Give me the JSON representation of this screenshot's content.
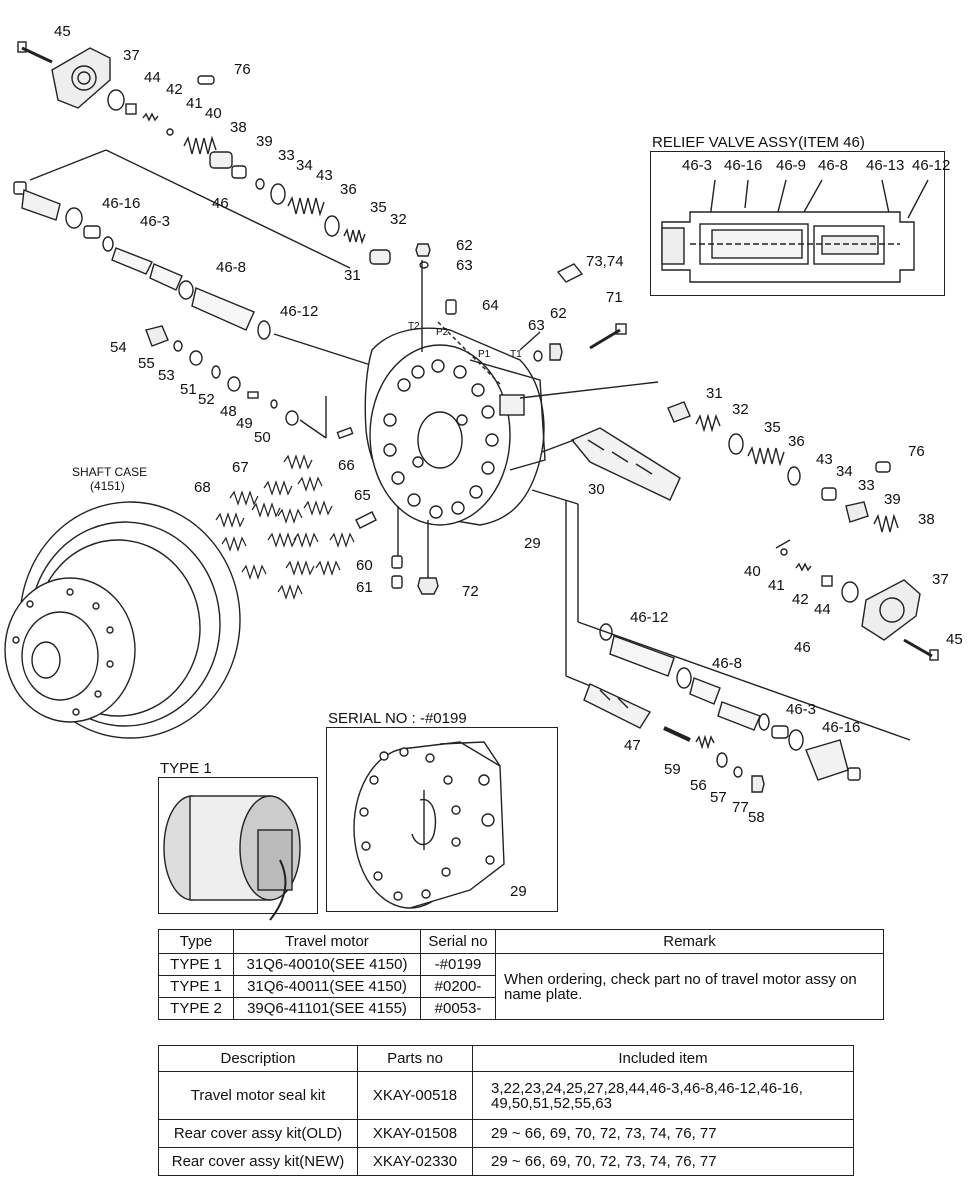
{
  "callouts": {
    "c45a": "45",
    "c37a": "37",
    "c44a": "44",
    "c42a": "42",
    "c41a": "41",
    "c40a": "40",
    "c76a": "76",
    "c38a": "38",
    "c39a": "39",
    "c33a": "33",
    "c34a": "34",
    "c43a": "43",
    "c36a": "36",
    "c35a": "35",
    "c32a": "32",
    "c31a": "31",
    "c46a": "46",
    "c4616a": "46-16",
    "c463a": "46-3",
    "c468a": "46-8",
    "c4612a": "46-12",
    "c62a": "62",
    "c63a": "63",
    "c64": "64",
    "c7374": "73,74",
    "c71": "71",
    "c62b": "62",
    "c63b": "63",
    "t2": "T2",
    "p2": "P2",
    "p1": "P1",
    "t1": "T1",
    "c54": "54",
    "c55": "55",
    "c53": "53",
    "c51": "51",
    "c52": "52",
    "c48": "48",
    "c49": "49",
    "c50": "50",
    "c66": "66",
    "c67": "67",
    "c68": "68",
    "c65": "65",
    "c60": "60",
    "c61": "61",
    "c72": "72",
    "c29a": "29",
    "c30": "30",
    "c31b": "31",
    "c32b": "32",
    "c35b": "35",
    "c36b": "36",
    "c43b": "43",
    "c34b": "34",
    "c76b": "76",
    "c33b": "33",
    "c39b": "39",
    "c38b": "38",
    "c40b": "40",
    "c41b": "41",
    "c42b": "42",
    "c44b": "44",
    "c37b": "37",
    "c45b": "45",
    "c4612b": "46-12",
    "c46b": "46",
    "c468b": "46-8",
    "c463b": "46-3",
    "c4616b": "46-16",
    "c47": "47",
    "c59": "59",
    "c56": "56",
    "c57": "57",
    "c77": "77",
    "c58": "58",
    "c29b": "29",
    "shaft_case_1": "SHAFT CASE",
    "shaft_case_2": "(4151)"
  },
  "relief_box": {
    "title": "RELIEF VALVE ASSY(ITEM 46)",
    "labels": [
      "46-3",
      "46-16",
      "46-9",
      "46-8",
      "46-13",
      "46-12"
    ]
  },
  "serial_box": {
    "title": "SERIAL NO : -#0199"
  },
  "type1_box": {
    "title": "TYPE 1"
  },
  "motor_table": {
    "headers": [
      "Type",
      "Travel motor",
      "Serial no",
      "Remark"
    ],
    "rows": [
      {
        "type": "TYPE 1",
        "motor": "31Q6-40010(SEE 4150)",
        "serial": "-#0199"
      },
      {
        "type": "TYPE 1",
        "motor": "31Q6-40011(SEE 4150)",
        "serial": "#0200-"
      },
      {
        "type": "TYPE 2",
        "motor": "39Q6-41101(SEE 4155)",
        "serial": "#0053-"
      }
    ],
    "remark": "When ordering, check part no of travel motor assy on name plate."
  },
  "kit_table": {
    "headers": [
      "Description",
      "Parts no",
      "Included item"
    ],
    "rows": [
      {
        "desc": "Travel motor seal kit",
        "part": "XKAY-00518",
        "items": "3,22,23,24,25,27,28,44,46-3,46-8,46-12,46-16, 49,50,51,52,55,63"
      },
      {
        "desc": "Rear cover assy kit(OLD)",
        "part": "XKAY-01508",
        "items": "29 ~ 66, 69, 70, 72, 73, 74, 76, 77"
      },
      {
        "desc": "Rear cover assy kit(NEW)",
        "part": "XKAY-02330",
        "items": "29 ~ 66, 69, 70, 72, 73, 74, 76, 77"
      }
    ]
  }
}
